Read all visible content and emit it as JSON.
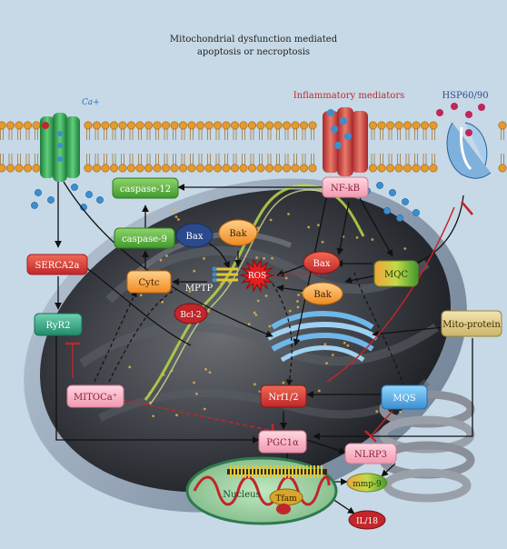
{
  "title": {
    "line1": "Mitochondrial dysfunction mediated",
    "line2": "apoptosis or necroptosis"
  },
  "labels": {
    "ca": "Ca+",
    "inflammatory": "Inflammatory mediators",
    "hsp": "HSP60/90",
    "nfkb": "NF-kB",
    "caspase12": "caspase-12",
    "caspase9": "caspase-9",
    "bak_top": "Bak",
    "bax_top": "Bax",
    "serca": "SERCA2a",
    "cytc": "Cytc",
    "mptp": "MPTP",
    "ros": "ROS",
    "bax_mid": "Bax",
    "mqc": "MQC",
    "bak_mid": "Bak",
    "bcl2": "Bcl-2",
    "ryr2": "RyR2",
    "mitoprotein": "Mito-protein",
    "mitoca": "MITOCa⁺",
    "nrf": "Nrf1/2",
    "mqs": "MQS",
    "pgc": "PGC1α",
    "nlrp3": "NLRP3",
    "nucleus": "Nucleus",
    "tfam": "Tfam",
    "mmp9": "mmp-9",
    "il18": "IL/18"
  },
  "colors": {
    "membrane_head": "#e39a2f",
    "inhibition": "#c0262b",
    "activation": "#111111",
    "ion_dot": "#3b8fd0",
    "title_red": "#c0262b",
    "title_blue": "#2b4a8c"
  }
}
